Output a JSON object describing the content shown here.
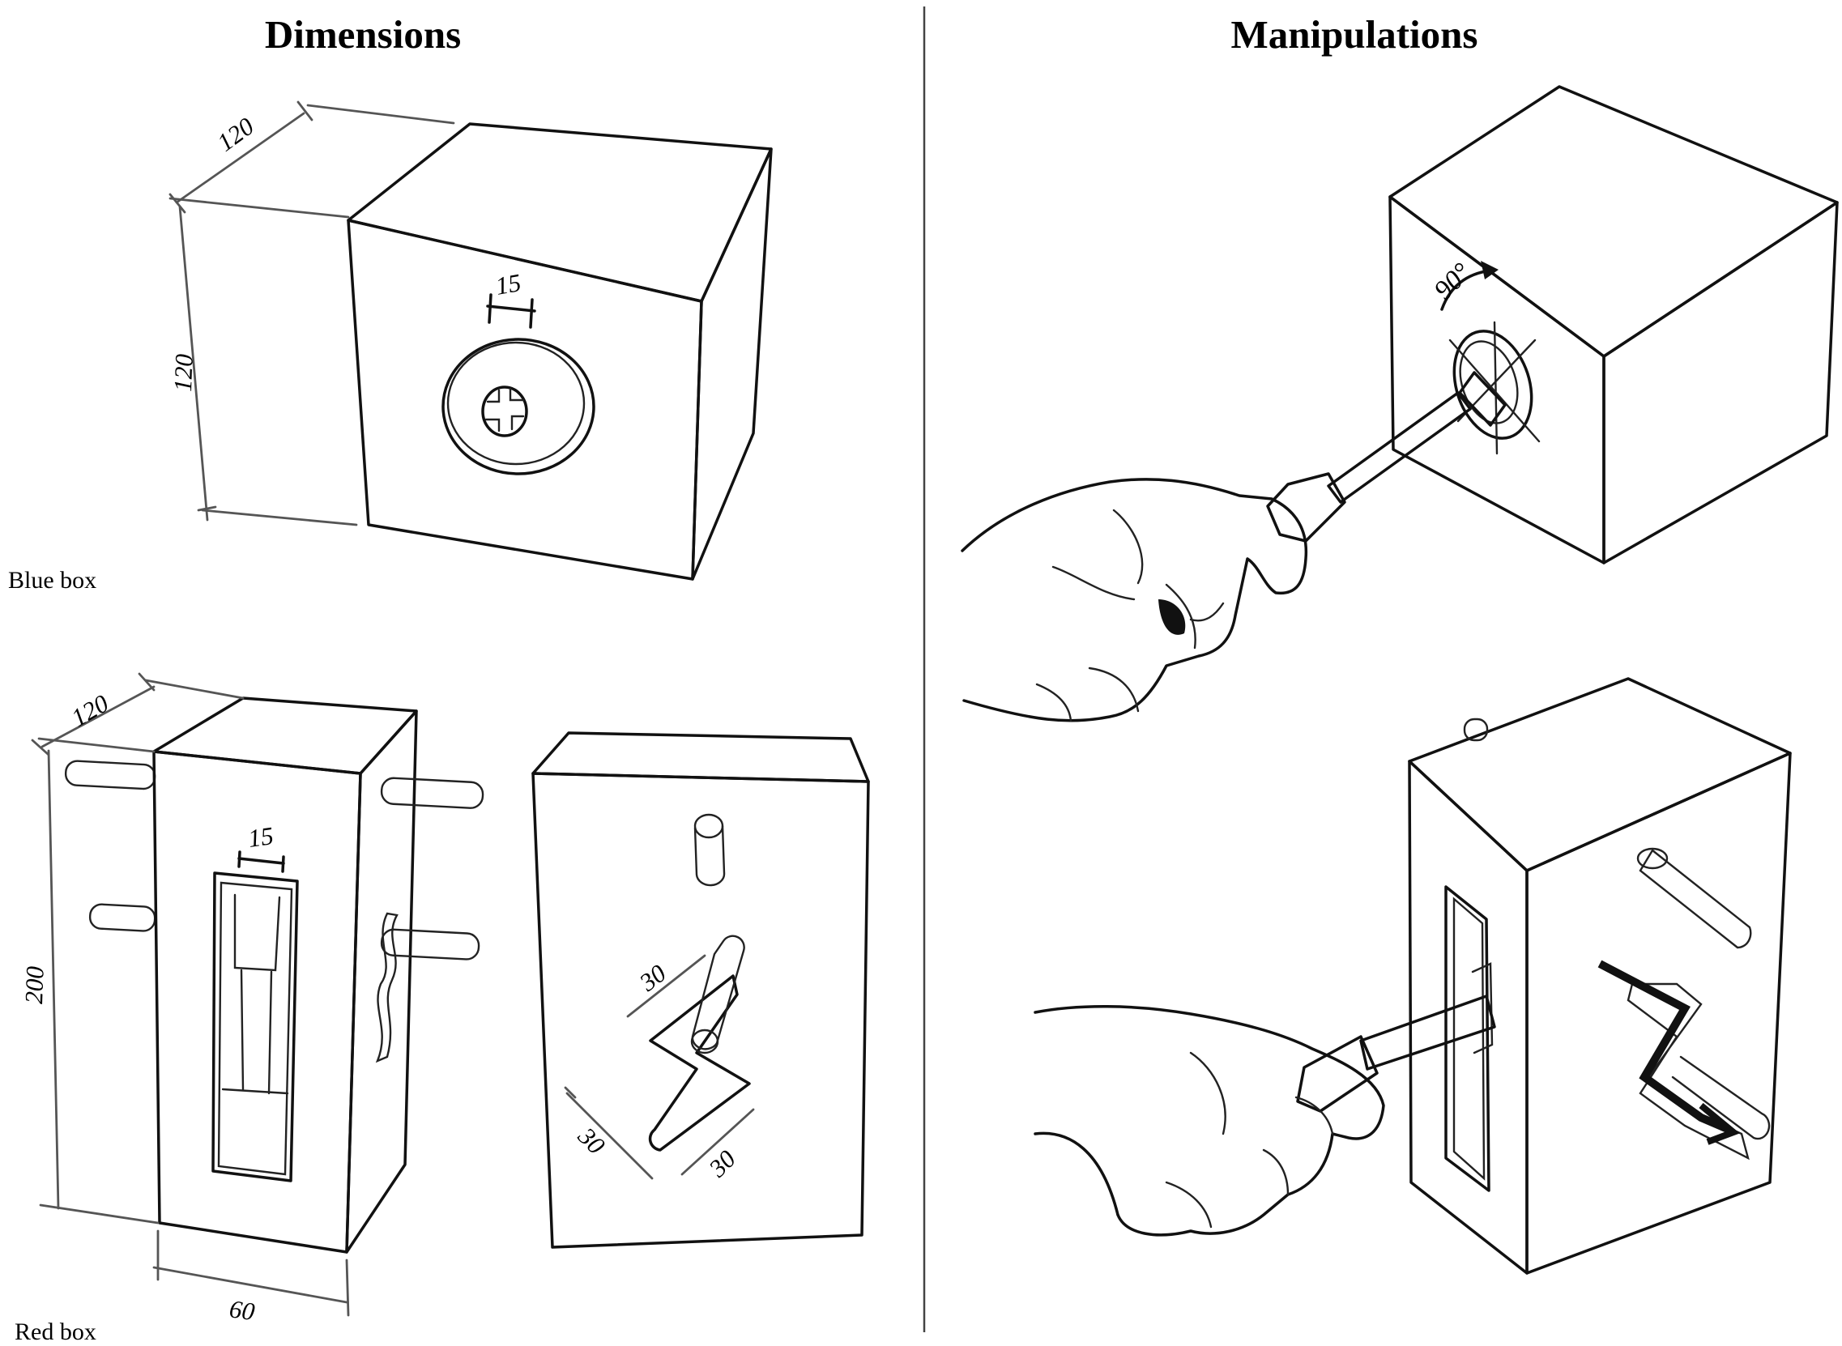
{
  "titles": {
    "left": "Dimensions",
    "right": "Manipulations"
  },
  "captions": {
    "blue_box": "Blue box",
    "red_box": "Red box"
  },
  "dimensions": {
    "blue_depth": "120",
    "blue_height": "120",
    "blue_slot": "15",
    "red_depth": "120",
    "red_height": "200",
    "red_width": "60",
    "red_slot": "15",
    "path_top": "30",
    "path_left": "30",
    "path_right": "30"
  },
  "annotations": {
    "rotation": "90°"
  },
  "colors": {
    "blue_face": "#74B4E0",
    "red_face": "#DC3A1B",
    "outline": "#111111",
    "divider": "#444444"
  }
}
